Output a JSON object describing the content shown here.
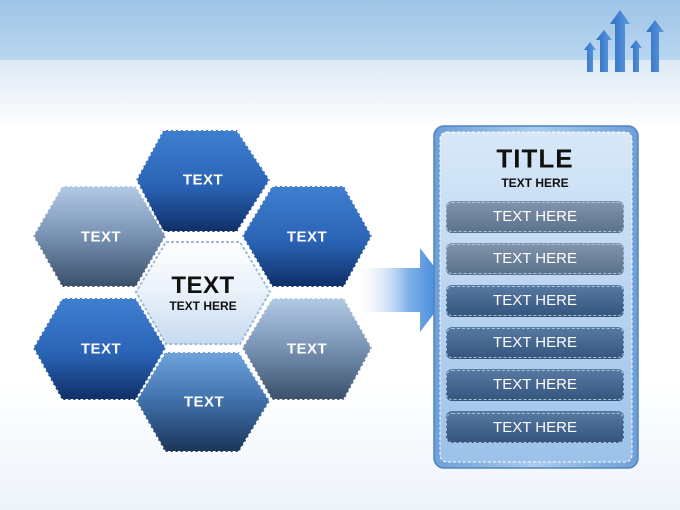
{
  "hexagons": {
    "top": "TEXT",
    "upper_left": "TEXT",
    "upper_right": "TEXT",
    "lower_left": "TEXT",
    "lower_right": "TEXT",
    "bottom": "TEXT"
  },
  "center": {
    "title": "TEXT",
    "subtitle": "TEXT HERE"
  },
  "panel": {
    "title": "TITLE",
    "subtitle": "TEXT HERE",
    "items": [
      "TEXT HERE",
      "TEXT HERE",
      "TEXT HERE",
      "TEXT HERE",
      "TEXT HERE",
      "TEXT HERE"
    ]
  },
  "colors": {
    "header": "#a8cceb",
    "hex_blue": "#2a63b5",
    "hex_gray": "#6f86a3",
    "panel": "#8db7e2",
    "item_light": "#6b8097",
    "item_dark": "#3f5f86"
  }
}
